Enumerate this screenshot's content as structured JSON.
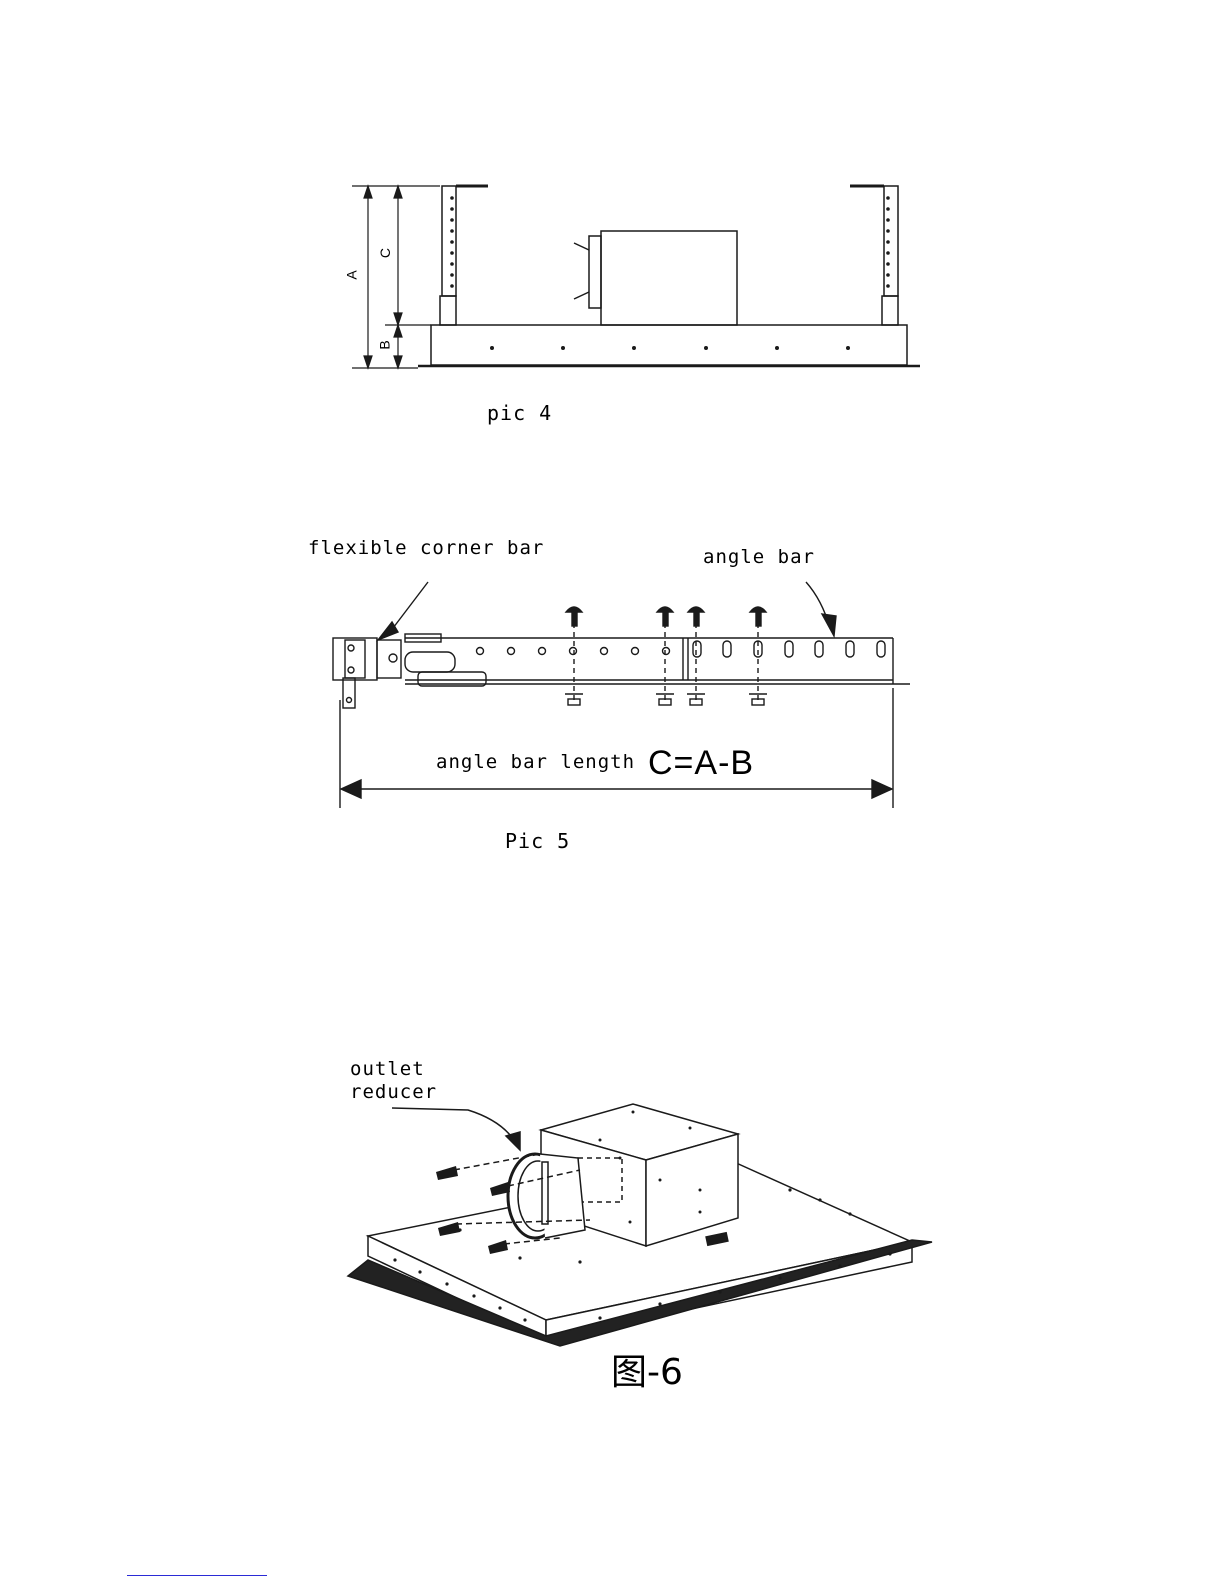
{
  "pic4": {
    "caption": "pic 4",
    "dim_a": "A",
    "dim_b": "B",
    "dim_c": "C"
  },
  "pic5": {
    "caption": "Pic 5",
    "label_flexible_corner_bar": "flexible corner bar",
    "label_angle_bar": "angle bar",
    "label_angle_bar_length": "angle bar length",
    "formula": "C=A-B"
  },
  "pic6": {
    "caption": "图-6",
    "label_outlet_reducer": "outlet\nreducer"
  },
  "colors": {
    "line": "#1a1a1a",
    "footer_link": "#2b2bd6"
  }
}
